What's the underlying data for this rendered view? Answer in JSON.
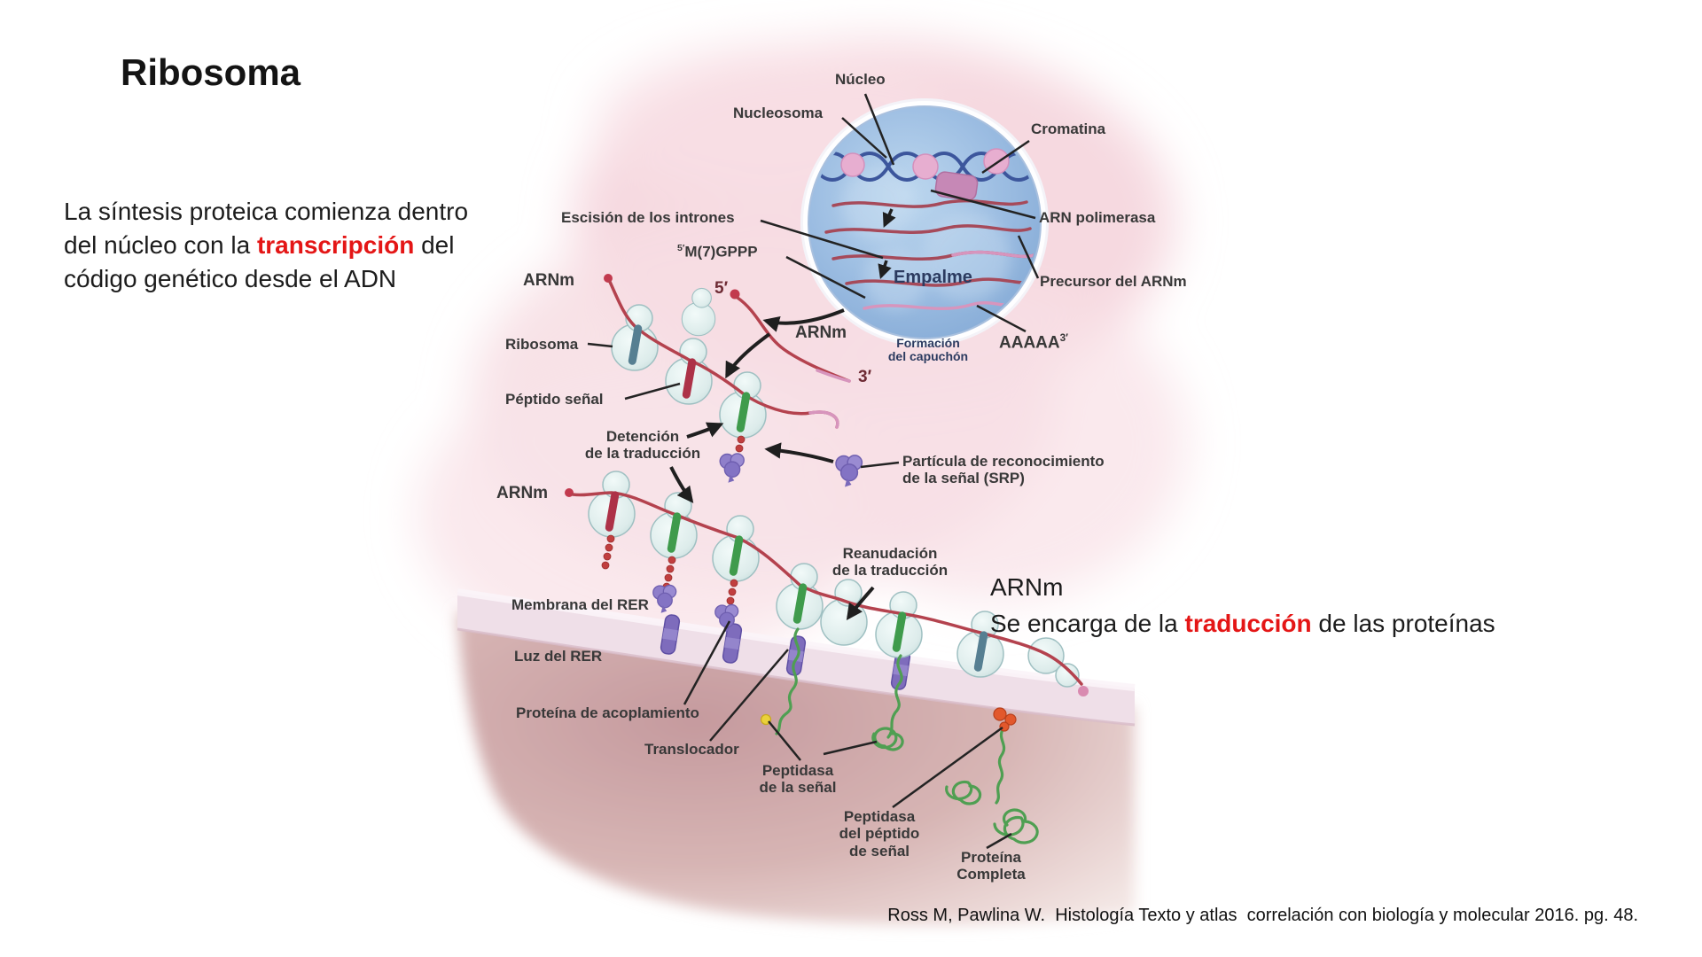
{
  "slide": {
    "title": "Ribosoma",
    "intro": {
      "pre": "La síntesis proteica comienza dentro del núcleo con la ",
      "highlight": "transcripción",
      "post": " del código genético desde el ADN"
    },
    "arnm_note": {
      "line1": "ARNm",
      "pre": "Se encarga de la ",
      "highlight": "traducción",
      "post": " de las proteínas"
    },
    "citation": "Ross M, Pawlina W.  Histología Texto y atlas  correlación con biología y molecular 2016. pg. 48."
  },
  "diagram": {
    "labels": {
      "nucleo": "Núcleo",
      "nucleosoma": "Nucleosoma",
      "cromatina": "Cromatina",
      "arn_polimerasa": "ARN polimerasa",
      "escision_intrones": "Escisión de los intrones",
      "cap_sup": "5′",
      "cap_main": "M(7)GPPP",
      "empalme": "Empalme",
      "precursor_arnm": "Precursor del ARNm",
      "arnm_top": "ARNm",
      "five_prime": "5′",
      "arnm_mid": "ARNm",
      "formacion_capuchon": "Formación\ndel capuchón",
      "polya_main": "AAAAA",
      "polya_sup": "3′",
      "three_prime": "3′",
      "ribosoma": "Ribosoma",
      "peptido_senal": "Péptido señal",
      "detencion": "Detención\nde la traducción",
      "srp": "Partícula de reconocimiento\nde la señal (SRP)",
      "arnm_low": "ARNm",
      "reanudacion": "Reanudación\nde la traducción",
      "membrana_rer": "Membrana del RER",
      "luz_rer": "Luz del RER",
      "proteina_acoplamiento": "Proteína de acoplamiento",
      "translocador": "Translocador",
      "peptidasa_senal": "Peptidasa\nde la señal",
      "peptidasa_peptido": "Peptidasa\ndel péptido\nde señal",
      "proteina_completa": "Proteína\nCompleta"
    },
    "colors": {
      "highlight_red": "#e41616",
      "nucleus_blue": "#8fb2da",
      "mrna_red": "#b4424e",
      "ribosome_fill": "#ddeceb",
      "srp_purple": "#8f7fca",
      "protein_green": "#4f9f52",
      "membrane_pink": "#efdfe8",
      "label_color": "#383838"
    }
  }
}
